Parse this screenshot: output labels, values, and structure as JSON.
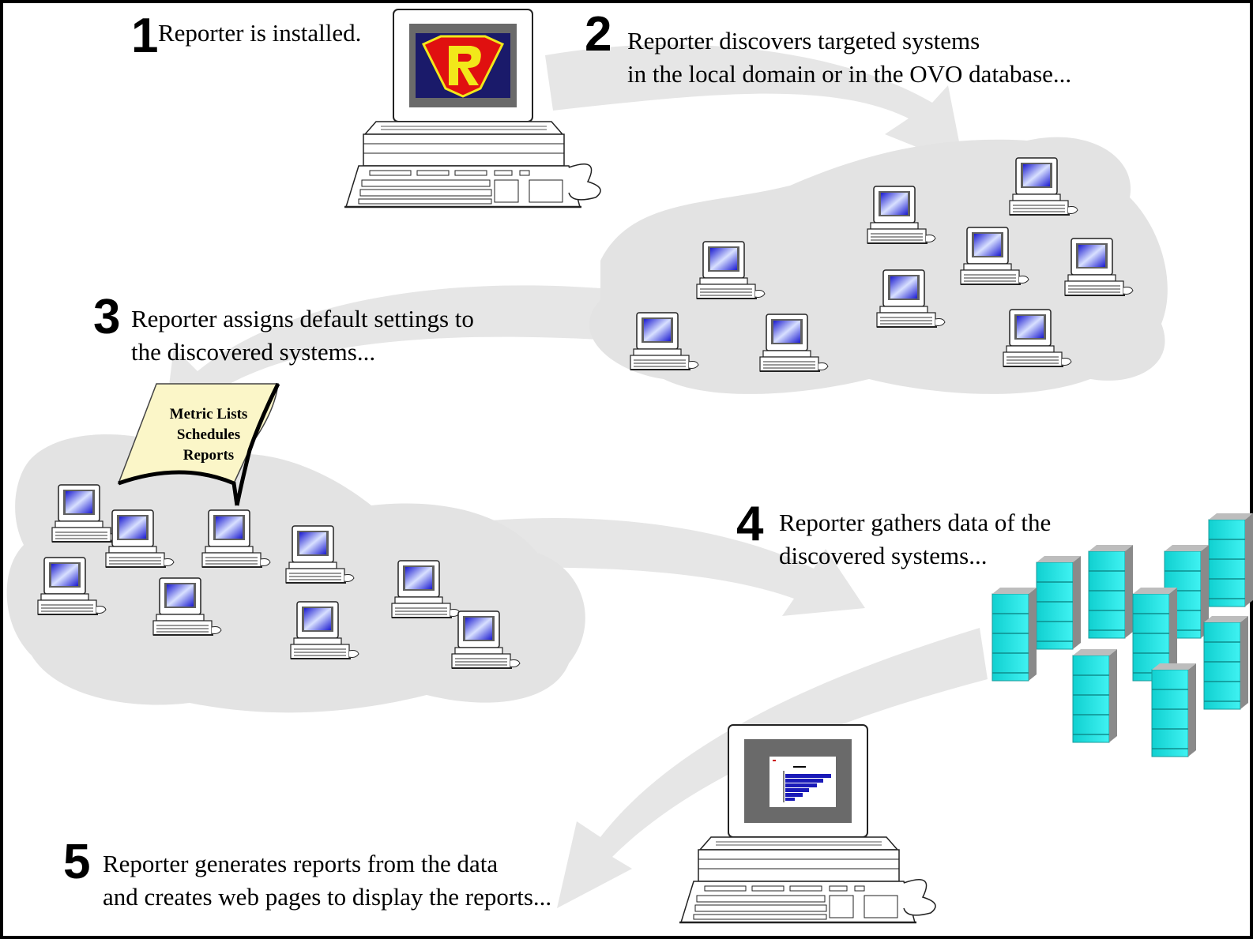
{
  "colors": {
    "background": "#ffffff",
    "frame": "#000000",
    "cloud": "#e3e3e3",
    "arrow": "#e6e6e6",
    "screen_blue": "#2a2ad8",
    "screen_light": "#ccd8ff",
    "file_cabinet": "#22e6e6",
    "file_cabinet_side": "#8a8a8a",
    "note_paper": "#fbf6c8",
    "logo_red": "#e01010",
    "logo_yellow": "#f2e81a"
  },
  "steps": [
    {
      "number": "1",
      "lines": [
        "Reporter is installed."
      ]
    },
    {
      "number": "2",
      "lines": [
        "Reporter discovers targeted systems",
        "in the local domain or in the OVO database..."
      ]
    },
    {
      "number": "3",
      "lines": [
        "Reporter assigns default settings to",
        "the discovered systems..."
      ]
    },
    {
      "number": "4",
      "lines": [
        "Reporter gathers data of the",
        "discovered systems..."
      ]
    },
    {
      "number": "5",
      "lines": [
        "Reporter generates reports from the data",
        "and creates web pages to display the reports..."
      ]
    }
  ],
  "note": {
    "lines": [
      "Metric Lists",
      "Schedules",
      "Reports"
    ]
  },
  "icons": {
    "server": "desktop-computer-icon",
    "workstation": "workstation-icon",
    "database": "file-cabinet-icon",
    "logo": "reporter-logo-icon",
    "report": "bar-chart-report-icon"
  }
}
